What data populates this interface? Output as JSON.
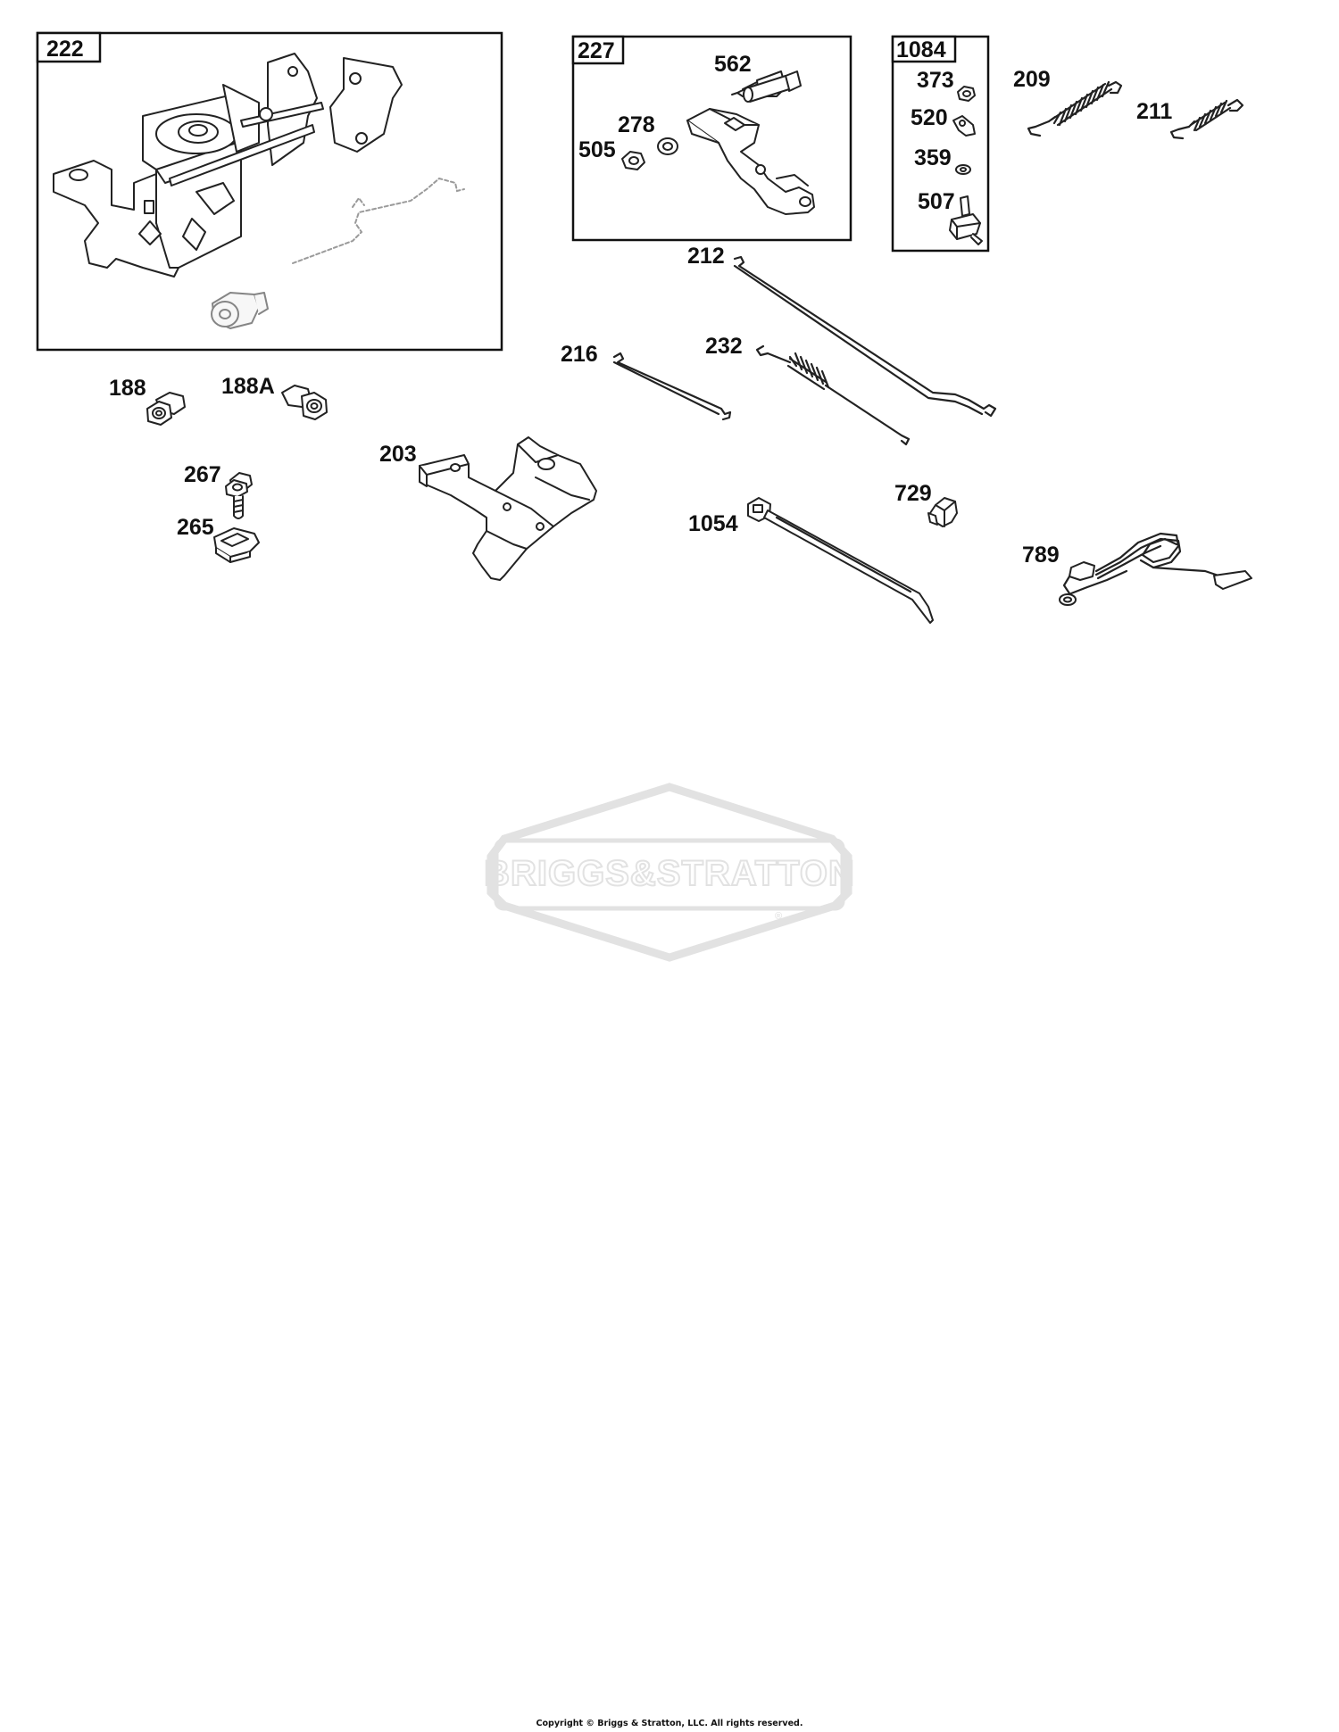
{
  "boxes": {
    "b222": {
      "label": "222"
    },
    "b227": {
      "label": "227",
      "parts": [
        "562",
        "278",
        "505"
      ]
    },
    "b1084": {
      "label": "1084",
      "parts": [
        "373",
        "520",
        "359",
        "507"
      ]
    }
  },
  "labels": {
    "p209": "209",
    "p211": "211",
    "p212": "212",
    "p216": "216",
    "p232": "232",
    "p188": "188",
    "p188A": "188A",
    "p203": "203",
    "p267": "267",
    "p265": "265",
    "p729": "729",
    "p1054": "1054",
    "p789": "789"
  },
  "watermark": {
    "text": "BRIGGS&STRATTON",
    "mark": "®"
  },
  "footer": {
    "copyright": "Copyright © Briggs & Stratton, LLC. All rights reserved."
  },
  "colors": {
    "ink": "#111111",
    "watermark": "#e2e2e2",
    "background": "#ffffff"
  }
}
